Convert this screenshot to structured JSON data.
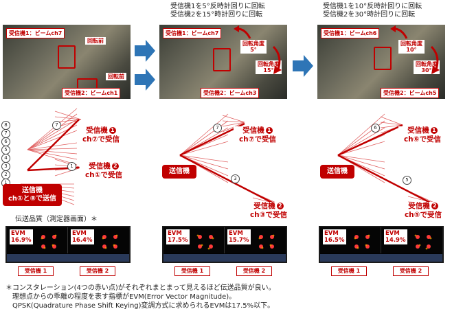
{
  "panels": [
    {
      "caption": [],
      "photo_labels": {
        "rx1": "受信機1：ビームch7",
        "rx2": "受信機2：ビームch1",
        "before_a": "回転前",
        "before_b": "回転前"
      },
      "rx1_box": {
        "line1": "受信機",
        "num": "1",
        "line2": "ch⑦で受信"
      },
      "rx2_box": {
        "line1": "受信機",
        "num": "2",
        "line2": "ch①で受信"
      },
      "tx_box": {
        "line1": "送信機",
        "line2": "ch①と⑧で送信"
      },
      "beam_a": "7",
      "beam_b": "1",
      "channel_list": [
        "8",
        "7",
        "6",
        "5",
        "4",
        "3",
        "2",
        "1"
      ],
      "quality_caption": "伝送品質（測定器画面）＊",
      "evm": [
        {
          "label": "EVM",
          "value": "16.9%"
        },
        {
          "label": "EVM",
          "value": "16.4%"
        }
      ],
      "scope_labels": [
        "受信機 1",
        "受信機 2"
      ]
    },
    {
      "caption": [
        "受信機1を5°反時計回りに回転",
        "受信機2を15°時計回りに回転"
      ],
      "photo_labels": {
        "rx1": "受信機1：ビームch7",
        "rx2": "受信機2：ビームch3",
        "angle_a": "回転角度\n5°",
        "angle_b": "回転角度\n15°"
      },
      "rx1_box": {
        "line1": "受信機",
        "num": "1",
        "line2": "ch⑦で受信"
      },
      "rx2_box": {
        "line1": "受信機",
        "num": "2",
        "line2": "ch③で受信"
      },
      "tx_box": {
        "line1": "送信機",
        "line2": ""
      },
      "beam_a": "7",
      "beam_b": "3",
      "evm": [
        {
          "label": "EVM",
          "value": "17.5%"
        },
        {
          "label": "EVM",
          "value": "15.7%"
        }
      ],
      "scope_labels": [
        "受信機 1",
        "受信機 2"
      ]
    },
    {
      "caption": [
        "受信機1を10°反時計回りに回転",
        "受信機2を30°時計回りに回転"
      ],
      "photo_labels": {
        "rx1": "受信機1：ビームch6",
        "rx2": "受信機2：ビームch5",
        "angle_a": "回転角度\n10°",
        "angle_b": "回転角度\n30°"
      },
      "rx1_box": {
        "line1": "受信機",
        "num": "1",
        "line2": "ch⑥で受信"
      },
      "rx2_box": {
        "line1": "受信機",
        "num": "2",
        "line2": "ch⑤で受信"
      },
      "tx_box": {
        "line1": "送信機",
        "line2": ""
      },
      "beam_a": "6",
      "beam_b": "5",
      "evm": [
        {
          "label": "EVM",
          "value": "16.5%"
        },
        {
          "label": "EVM",
          "value": "14.9%"
        }
      ],
      "scope_labels": [
        "受信機 1",
        "受信機 2"
      ]
    }
  ],
  "footnote": [
    "＊コンスタレーション(4つの赤い点)がそれぞれまとまって見えるほど伝送品質が良い。",
    "理想点からの乖離の程度を表す指標がEVM(Error Vector Magnitude)。",
    "QPSK(Quadrature Phase Shift Keying)変調方式に求められるEVMは17.5%以下。"
  ],
  "colors": {
    "accent": "#c00000",
    "arrow": "#2e75b6"
  }
}
